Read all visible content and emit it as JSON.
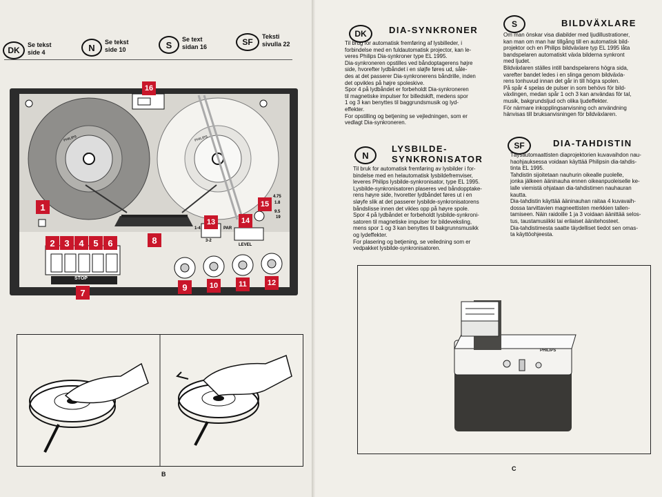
{
  "left_page": {
    "refs": [
      {
        "code": "DK",
        "label": "Se tekst\nside 4"
      },
      {
        "code": "N",
        "label": "Se tekst\nside 10"
      },
      {
        "code": "S",
        "label": "Se text\nsidan 16"
      },
      {
        "code": "SF",
        "label": "Teksti\nsivulla 22"
      }
    ],
    "recorder": {
      "brand": "PHILIPS",
      "stop_label": "STOP",
      "par_label": "PAR",
      "ch14_label": "1-4",
      "ch32_label": "3-2",
      "level_label": "LEVEL",
      "speed_top": "4.75",
      "speed_mid": "1.8",
      "speed_bot": "9.5",
      "speed_bot2": "19",
      "numbers": [
        "1",
        "2",
        "3",
        "4",
        "5",
        "6",
        "7",
        "8",
        "9",
        "10",
        "11",
        "12",
        "13",
        "14",
        "15",
        "16"
      ]
    },
    "page_letter": "B"
  },
  "right_page": {
    "sections": [
      {
        "code": "DK",
        "title": "DIA-SYNKRONER",
        "body": "Til brug for automatisk fremføring af lysbilleder, i\nforbindelse med en fuldautomatisk projector, kan le-\nveres Philips Dia-synkroner type EL 1995.\nDia-synkroneren opstilles ved båndoptagerens højre\nside, hvorefter lydbåndet i en sløjfe føres ud, såle-\ndes at det passerer Dia-synkronerens båndrille, inden\ndet opvikles på højre spoleskive.\nSpor 4 på lydbåndet er forbeholdt Dia-synkroneren\ntil magnetiske impulser for billedskift, medens spor\n1 og 3 kan benyttes til baggrundsmusik og lyd-\neffekter.\nFor opstilling og betjening se vejledningen, som er\nvedlagt Dia-synkroneren."
      },
      {
        "code": "S",
        "title": "BILDVÄXLARE",
        "body": "Om man önskar visa diabilder med ljudillustrationer,\nkan man om man har tillgång till en automatisk bild-\nprojektor och en Philips bildväxlare typ EL 1995 låta\nbandspelaren automatiskt växla bilderna synkront\nmed ljudet.\nBildväxlaren ställes intill bandspelarens högra sida,\nvarefter bandet ledes i en slinga genom bildväxla-\nrens tonhuvud innan det går in till högra spolen.\nPå spår 4 spelas de pulser in som behövs för bild-\nväxlingen, medan spår 1 och 3 kan användas för tal,\nmusik, bakgrundsljud och olika ljudeffekter.\nFör närmare inkopplingsanvisning och användning\nhänvisas till bruksanvisningen för bildväxlaren."
      },
      {
        "code": "N",
        "title": "LYSBILDE-\nSYNKRONISATOR",
        "body": "Til bruk for automatisk fremføring av lysbilder i for-\nbindelse med en helautomatisk lysbildefremviser,\nleveres Philips lysbilde-synkronisator, type EL 1995.\nLysbilde-synkronisatoren plaseres ved båndopptake-\nrens høyre side, hvoretter lydbåndet føres ut i en\nsløyfe slik at det passerer lysbilde-synkronisatorens\nbåndslisse innen det vikles opp på høyre spole.\nSpor 4 på lydbåndet er forbeholdt lysbilde-synkroni-\nsatoren til magnetiske impulser for bildeveksling,\nmens spor 1 og 3 kan benyttes til bakgrunnsmusikk\nog lydeffekter.\nFor plasering og betjening, se veiledning som er\nvedpakket lysbilde-synkronisatoren."
      },
      {
        "code": "SF",
        "title": "DIA-TAHDISTIN",
        "body": "Täysautomaattisten diaprojektorien kuvavaihdon nau-\nhaohjauksessa voidaan käyttää Philipsin dia-tahdis-\ntinta EL 1995.\nTahdistin sijoitetaan nauhurin oikealle puolelle,\njonka jälkeen ääninauha ennen oikeanpuoleiselle ke-\nlalle viemistä ohjataan dia-tahdistimen nauhauran\nkautta.\nDia-tahdistin käyttää ääninauhan raitaa 4 kuvavaih-\ndossa tarvittavien magneettisten merkkien tallen-\ntamiseen. Näin raidoille 1 ja 3 voidaan äänittää selos-\ntus, taustamusiikki tai erilaiset äänitehosteet.\nDia-tahdistimesta saatte täydelliset tiedot sen omas-\nta käyttöohjeesta."
      }
    ],
    "device_brand": "PHILIPS",
    "page_letter": "C"
  }
}
